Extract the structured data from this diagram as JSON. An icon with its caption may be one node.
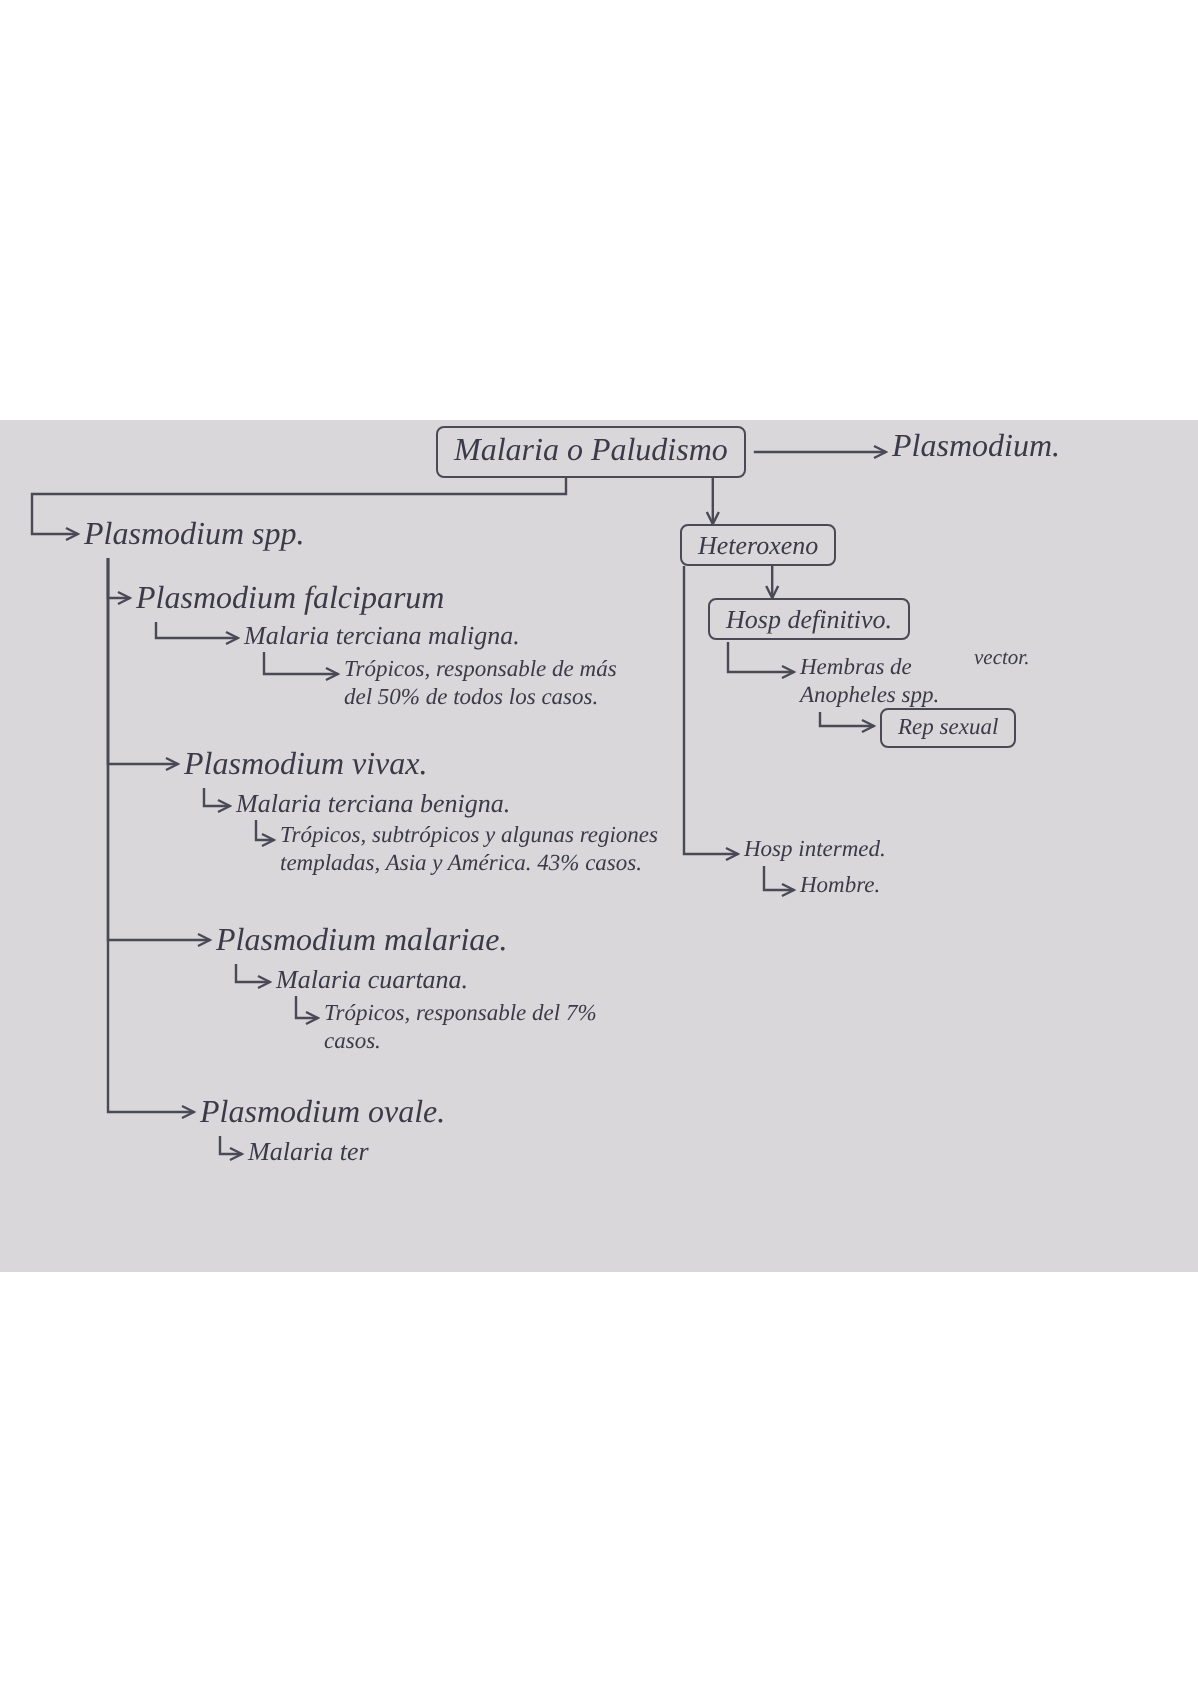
{
  "diagram": {
    "nodes": [
      {
        "text": [
          "Malaria o Paludismo"
        ]
      },
      {
        "text": [
          "Plasmodium."
        ]
      },
      {
        "text": [
          "Plasmodium spp."
        ]
      },
      {
        "text": [
          "Plasmodium falciparum"
        ]
      },
      {
        "text": [
          "Malaria terciana maligna."
        ]
      },
      {
        "text": [
          "Trópicos, responsable de más del 50% de todos los casos."
        ]
      },
      {
        "text": [
          "Plasmodium vivax."
        ]
      },
      {
        "text": [
          "Malaria terciana benigna."
        ]
      },
      {
        "text": [
          "Trópicos, subtrópicos y algunas regiones templadas, Asia y América. 43% casos."
        ]
      },
      {
        "text": [
          "Plasmodium malariae."
        ]
      },
      {
        "text": [
          "Malaria cuartana."
        ]
      },
      {
        "text": [
          "Trópicos, responsable del 7% casos."
        ]
      },
      {
        "text": [
          "Plasmodium ovale."
        ]
      },
      {
        "text": [
          "Malaria ter"
        ]
      },
      {
        "text": [
          "Heteroxeno"
        ]
      },
      {
        "text": [
          "Hosp definitivo."
        ]
      },
      {
        "text": [
          "Hembras de Anopheles spp."
        ],
        "beside": [
          "vector."
        ]
      },
      {
        "text": [
          "Rep sexual"
        ]
      },
      {
        "text": [
          "Hosp intermed."
        ]
      },
      {
        "text": [
          "Hombre."
        ]
      }
    ],
    "edges": [
      {
        "from": 0,
        "to": 1,
        "arrow": "to"
      },
      {
        "from": 0,
        "to": 2,
        "arrow": "to"
      },
      {
        "from": 2,
        "to": 3,
        "arrow": "to"
      },
      {
        "from": 3,
        "to": 4,
        "arrow": "to"
      },
      {
        "from": 4,
        "to": 5,
        "arrow": "to"
      },
      {
        "from": 2,
        "to": 6,
        "arrow": "to"
      },
      {
        "from": 6,
        "to": 7,
        "arrow": "to"
      },
      {
        "from": 7,
        "to": 8,
        "arrow": "to"
      },
      {
        "from": 2,
        "to": 9,
        "arrow": "to"
      },
      {
        "from": 9,
        "to": 10,
        "arrow": "to"
      },
      {
        "from": 10,
        "to": 11,
        "arrow": "to"
      },
      {
        "from": 2,
        "to": 12,
        "arrow": "to"
      },
      {
        "from": 12,
        "to": 13,
        "arrow": "to"
      },
      {
        "from": 0,
        "to": 14,
        "arrow": "to"
      },
      {
        "from": 14,
        "to": 15,
        "arrow": "to"
      },
      {
        "from": 15,
        "to": 16,
        "arrow": "to"
      },
      {
        "from": 16,
        "to": 17,
        "arrow": "to"
      },
      {
        "from": 14,
        "to": 18,
        "arrow": "to"
      },
      {
        "from": 18,
        "to": 19,
        "arrow": "to"
      }
    ]
  }
}
